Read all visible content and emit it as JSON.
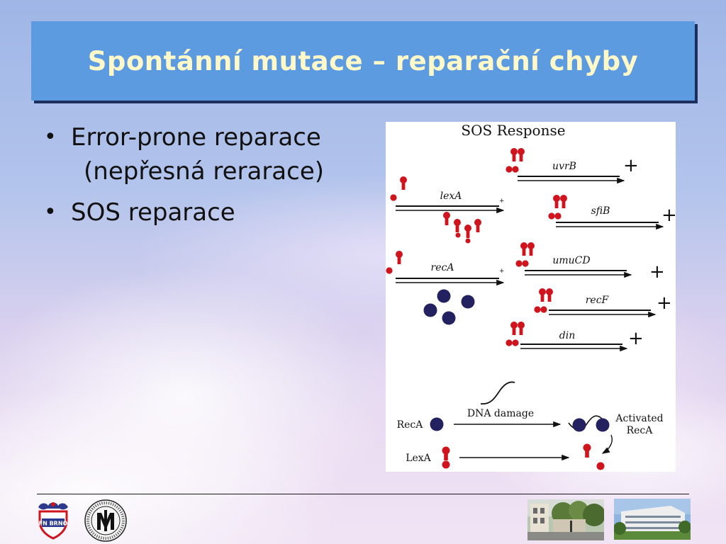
{
  "slide": {
    "title": "Spontánní mutace – reparační chyby",
    "bullets": [
      {
        "text": "Error-prone reparace",
        "sub": "(nepřesná rerarace)"
      },
      {
        "text": "SOS reparace",
        "sub": ""
      }
    ]
  },
  "figure": {
    "title": "SOS Response",
    "genes_left": [
      "lexA",
      "recA"
    ],
    "genes_right": [
      "uvrB",
      "sfiB",
      "umuCD",
      "recF",
      "din"
    ],
    "plus_sign": "+",
    "mechanism": {
      "reca_label": "RecA",
      "lexa_label": "LexA",
      "damage_label": "DNA damage",
      "activated_label_line1": "Activated",
      "activated_label_line2": "RecA"
    }
  },
  "footer": {
    "logo_text": "FN BRNO"
  },
  "colors": {
    "title_bar": "#5d9be0",
    "title_text": "#fff8c8",
    "repressor_red": "#d0141e",
    "reca_navy": "#232160"
  }
}
